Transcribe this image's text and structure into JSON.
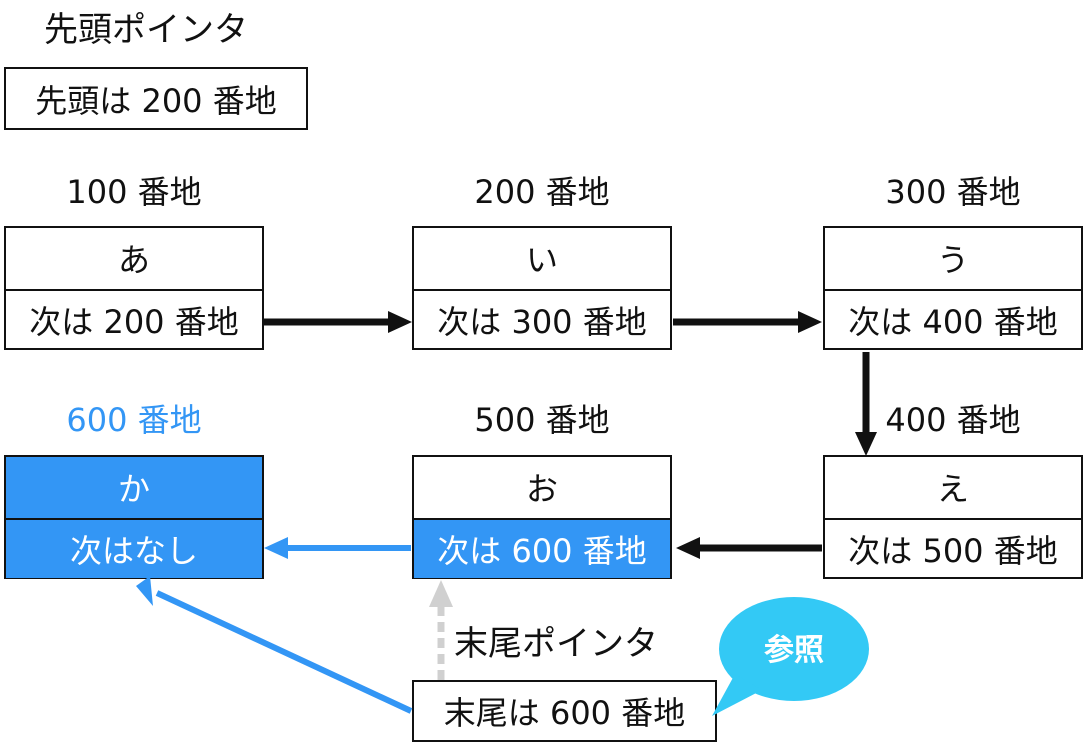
{
  "head_pointer": {
    "label": "先頭ポインタ",
    "value": "先頭は 200 番地"
  },
  "tail_pointer": {
    "label": "末尾ポインタ",
    "value": "末尾は 600 番地"
  },
  "bubble": {
    "text": "参照"
  },
  "nodes": [
    {
      "address": "100 番地",
      "data": "あ",
      "next": "次は 200 番地"
    },
    {
      "address": "200 番地",
      "data": "い",
      "next": "次は 300 番地"
    },
    {
      "address": "300 番地",
      "data": "う",
      "next": "次は 400 番地"
    },
    {
      "address": "400 番地",
      "data": "え",
      "next": "次は 500 番地"
    },
    {
      "address": "500 番地",
      "data": "お",
      "next": "次は 600 番地"
    },
    {
      "address": "600 番地",
      "data": "か",
      "next": "次はなし"
    }
  ],
  "colors": {
    "highlight": "#3396f5",
    "bubble": "#33c9f5",
    "dashed": "#d0d0d0",
    "arrow": "#111111"
  }
}
